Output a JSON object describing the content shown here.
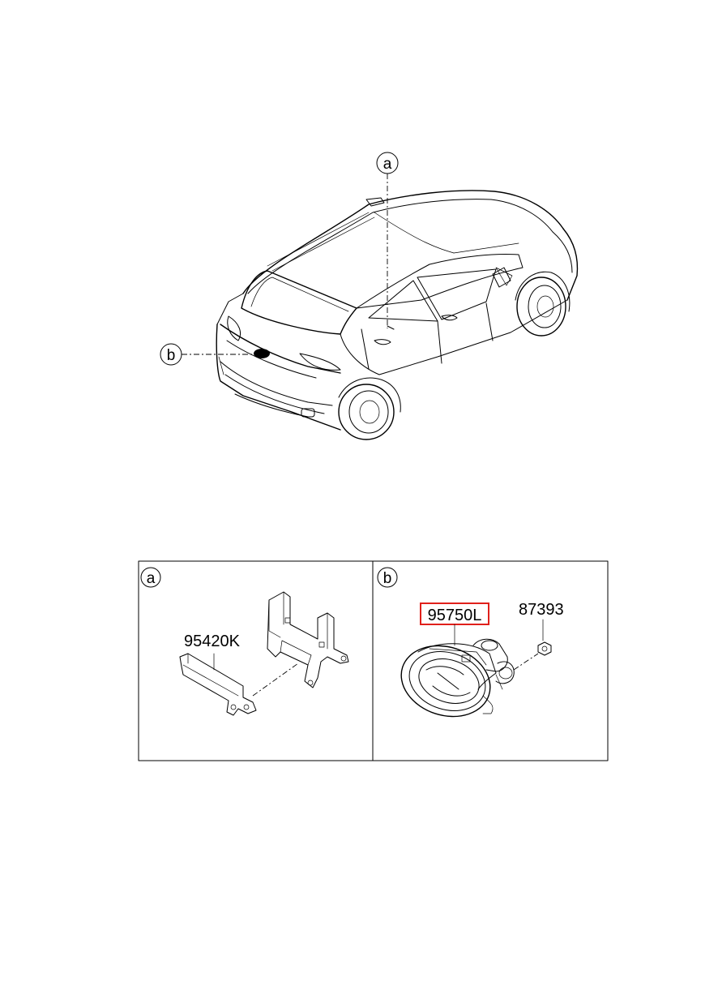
{
  "callouts": {
    "a_top": "a",
    "b_side": "b",
    "a_panel": "a",
    "b_panel": "b"
  },
  "parts": {
    "bracket": "95420K",
    "camera": "95750L",
    "nut": "87393"
  },
  "colors": {
    "line": "#000000",
    "highlight": "#e0201b",
    "background": "#ffffff"
  }
}
